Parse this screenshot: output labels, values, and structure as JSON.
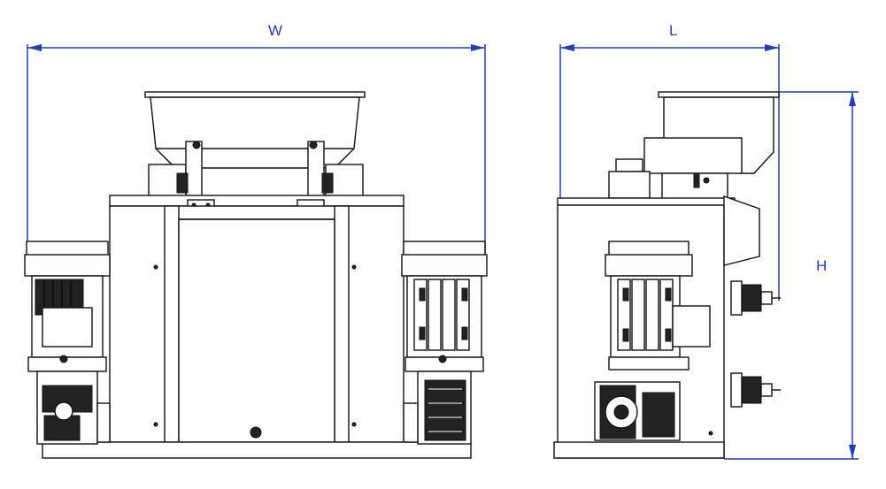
{
  "dimensions": {
    "width_label": "W",
    "length_label": "L",
    "height_label": "H"
  },
  "colors": {
    "dimension_line": "#1f3fbf",
    "drawing_line": "#111111",
    "background": "#ffffff"
  }
}
